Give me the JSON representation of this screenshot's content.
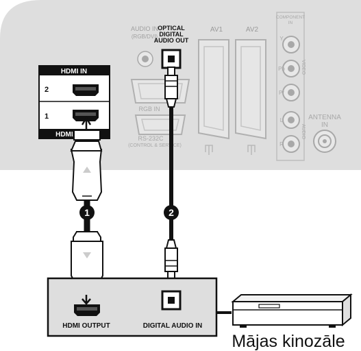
{
  "tv_panel": {
    "audio_in_label_1": "AUDIO IN",
    "audio_in_label_2": "(RGB/DVI)",
    "optical_label_1": "OPTICAL",
    "optical_label_2": "DIGITAL",
    "optical_label_3": "AUDIO OUT",
    "av1_label": "AV1",
    "av2_label": "AV2",
    "component_label_1": "COMPONENT",
    "component_label_2": "IN",
    "component_y": "Y",
    "component_pb": "Pb",
    "component_pr": "Pr",
    "component_l": "L",
    "component_r": "R",
    "video_label": "VIDEO",
    "audio_label": "AUDIO",
    "rgb_in_label": "RGB IN",
    "rs232c_label_1": "RS-232C",
    "rs232c_label_2": "(CONTROL & SERVICE)",
    "antenna_label_1": "ANTENNA",
    "antenna_label_2": "IN"
  },
  "hdmi_block": {
    "header": "HDMI IN",
    "port_2": "2",
    "port_1": "1",
    "footer": "HDMI/DVI IN"
  },
  "steps": {
    "step_1": "1",
    "step_2": "2"
  },
  "device": {
    "hdmi_output_label": "HDMI OUTPUT",
    "digital_audio_in_label": "DIGITAL AUDIO IN",
    "caption": "Mājas kinozāle"
  },
  "colors": {
    "panel_gray": "#dedede",
    "jack_gray": "#b9b9b9",
    "ink": "#1a1a1a",
    "light_text": "#9a9a9a"
  }
}
